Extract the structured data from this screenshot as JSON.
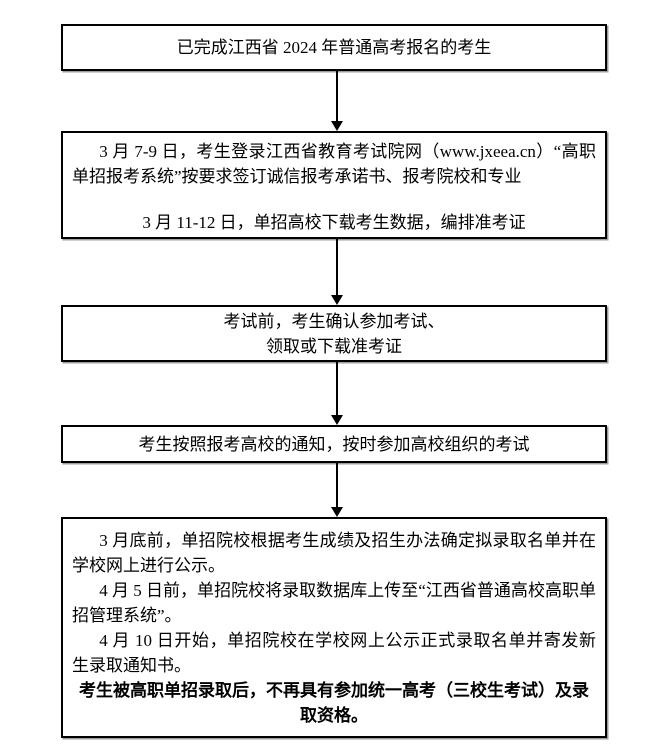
{
  "flowchart": {
    "box1": {
      "text": "已完成江西省 2024 年普通高考报名的考生"
    },
    "box2": {
      "para1": "3 月 7-9 日，考生登录江西省教育考试院网（www.jxeea.cn）“高职单招报考系统”按要求签订诚信报考承诺书、报考院校和专业",
      "para2": "3 月 11-12 日，单招高校下载考生数据，编排准考证"
    },
    "box3": {
      "line1": "考试前，考生确认参加考试、",
      "line2": "领取或下载准考证"
    },
    "box4": {
      "text": "考生按照报考高校的通知，按时参加高校组织的考试"
    },
    "box5": {
      "para1": "3 月底前，单招院校根据考生成绩及招生办法确定拟录取名单并在学校网上进行公示。",
      "para2": "4 月 5 日前，单招院校将录取数据库上传至“江西省普通高校高职单招管理系统”。",
      "para3": "4 月 10 日开始，单招院校在学校网上公示正式录取名单并寄发新生录取通知书。",
      "para4_bold": "考生被高职单招录取后，不再具有参加统一高考（三校生考试）及录取资格。"
    }
  },
  "colors": {
    "background": "#ffffff",
    "box_border": "#000000",
    "text": "#000000",
    "arrow": "#000000"
  }
}
